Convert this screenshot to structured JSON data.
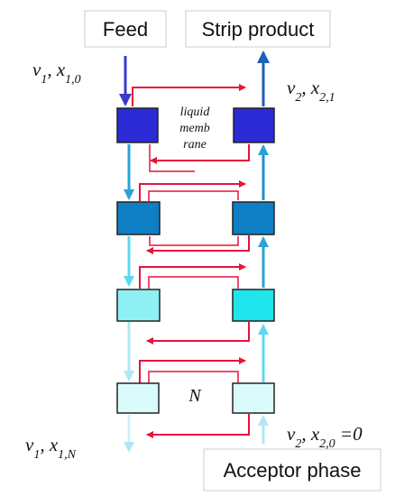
{
  "feed_label": "Feed",
  "strip_label": "Strip product",
  "acceptor_label": "Acceptor phase",
  "membrane_label_lines": [
    "liquid",
    "memb",
    "rane"
  ],
  "stage_label": "N",
  "left_top": {
    "main": "v",
    "sub1": "1",
    "mid": ", x",
    "sub2": "1,0"
  },
  "right_top": {
    "main": "v",
    "sub1": "2",
    "mid": ", x",
    "sub2": "2,1"
  },
  "left_bottom": {
    "main": "v",
    "sub1": "1",
    "mid": ", x",
    "sub2": "1,N"
  },
  "right_bottom": {
    "main": "v",
    "sub1": "2",
    "mid": ", x",
    "sub2": "2,0",
    "tail": " =0"
  },
  "colors": {
    "stage1": "#2b2bd6",
    "stage2": "#0f7fc4",
    "stage3_left": "#8ff0f4",
    "stage3_right": "#1fe6ec",
    "stage4": "#d9fbfc",
    "membrane_loop": "#e8123c",
    "feed_arrow": "#3a3acc"
  }
}
